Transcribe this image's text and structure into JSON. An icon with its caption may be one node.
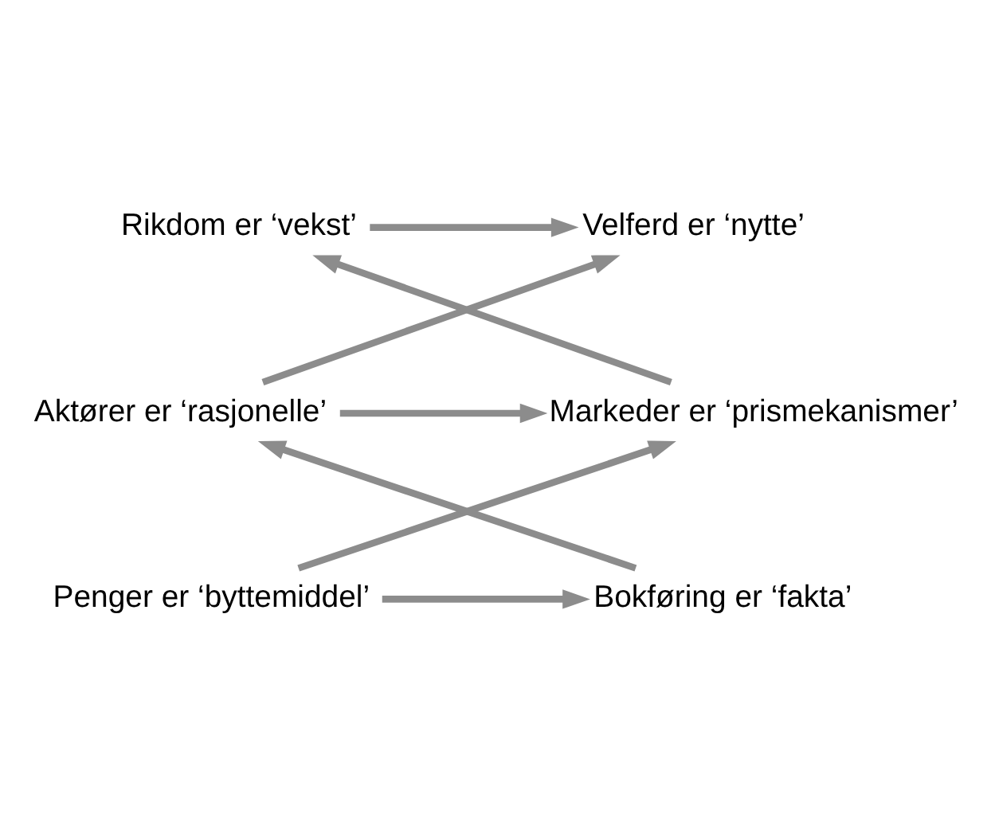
{
  "diagram": {
    "nodes": [
      {
        "text": [
          "Rikdom er ‘vekst’"
        ]
      },
      {
        "text": [
          "Velferd er ‘nytte’"
        ]
      },
      {
        "text": [
          "Markeder er ‘prismekanismer’"
        ]
      },
      {
        "text": [
          "Aktører er ‘rasjonelle’"
        ]
      },
      {
        "text": [
          "Penger er ‘byttemiddel’"
        ]
      },
      {
        "text": [
          "Bokføring er ‘fakta’"
        ]
      }
    ],
    "edges": [
      {
        "from": 0,
        "to": 1,
        "arrow": "to"
      },
      {
        "from": 2,
        "to": 0,
        "arrow": "to"
      },
      {
        "from": 3,
        "to": 2,
        "arrow": "to"
      },
      {
        "from": 3,
        "to": 1,
        "arrow": "to"
      },
      {
        "from": 4,
        "to": 2,
        "arrow": "to"
      },
      {
        "from": 4,
        "to": 5,
        "arrow": "to"
      },
      {
        "from": 5,
        "to": 3,
        "arrow": "to"
      }
    ]
  }
}
